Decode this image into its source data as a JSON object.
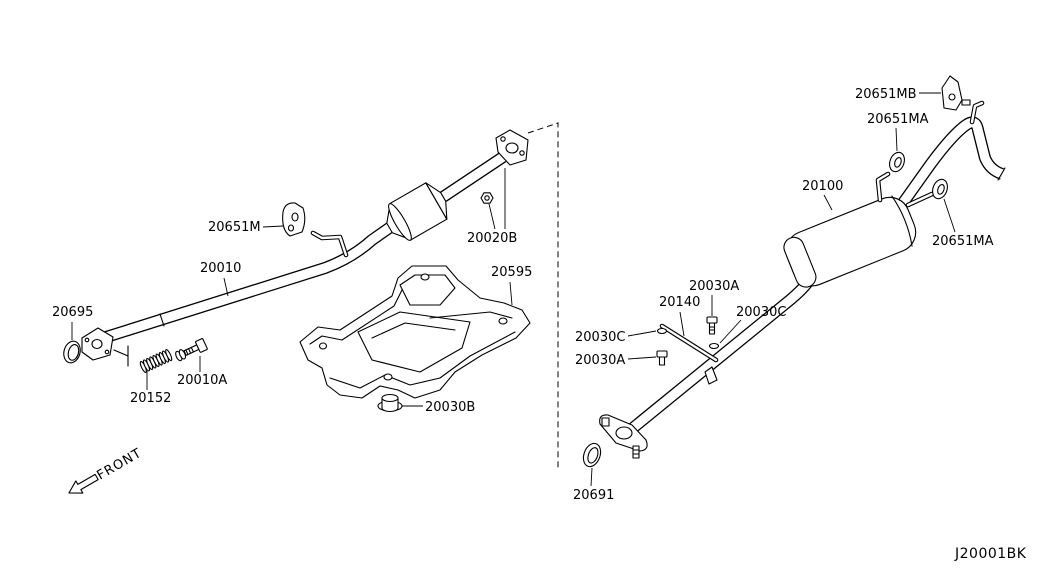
{
  "diagram": {
    "labels": {
      "p20651MB": "20651MB",
      "p20651MA_upper": "20651MA",
      "p20100": "20100",
      "p20651MA_lower": "20651MA",
      "p20651M": "20651M",
      "p20020B": "20020B",
      "p20010": "20010",
      "p20595": "20595",
      "p20695": "20695",
      "p20010A": "20010A",
      "p20152": "20152",
      "p20030B": "20030B",
      "p20030A_upper": "20030A",
      "p20140": "20140",
      "p20030C_right": "20030C",
      "p20030C_left": "20030C",
      "p20030A_lower": "20030A",
      "p20691": "20691"
    },
    "front_indicator": "FRONT",
    "drawing_code": "J20001BK"
  },
  "colors": {
    "line": "#000000",
    "background": "#ffffff"
  }
}
